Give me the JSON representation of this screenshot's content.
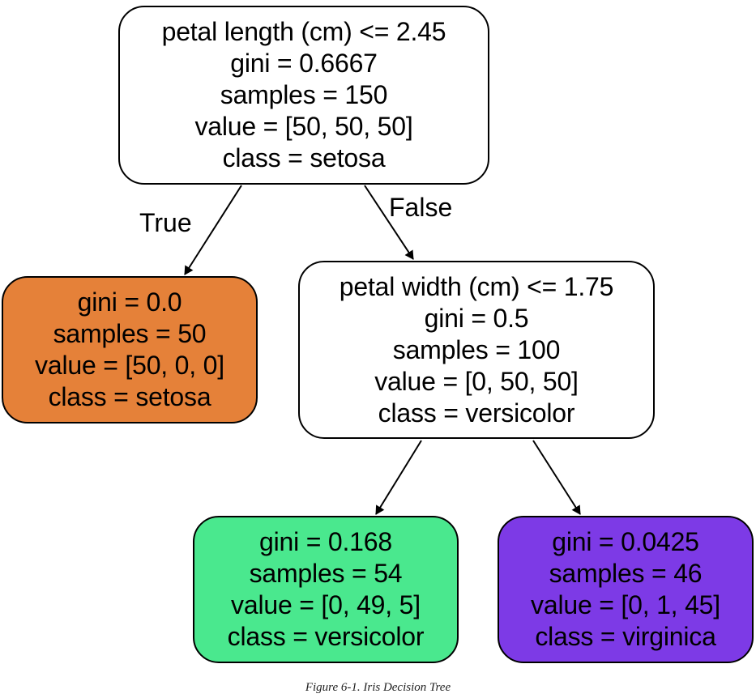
{
  "colors": {
    "setosa": "#e58139",
    "versicolor": "#4ae88e",
    "virginica": "#7d3ae6",
    "impure": "#ffffff",
    "border": "#000000"
  },
  "nodes": [
    {
      "id": "root",
      "class_color": "impure",
      "lines": [
        "petal length (cm) <= 2.45",
        "gini = 0.6667",
        "samples = 150",
        "value = [50, 50, 50]",
        "class = setosa"
      ]
    },
    {
      "id": "setosa-leaf",
      "class_color": "setosa",
      "lines": [
        "gini = 0.0",
        "samples = 50",
        "value = [50, 0, 0]",
        "class = setosa"
      ]
    },
    {
      "id": "petal-width",
      "class_color": "impure",
      "lines": [
        "petal width (cm) <= 1.75",
        "gini = 0.5",
        "samples = 100",
        "value = [0, 50, 50]",
        "class = versicolor"
      ]
    },
    {
      "id": "versicolor-leaf",
      "class_color": "versicolor",
      "lines": [
        "gini = 0.168",
        "samples = 54",
        "value = [0, 49, 5]",
        "class = versicolor"
      ]
    },
    {
      "id": "virginica-leaf",
      "class_color": "virginica",
      "lines": [
        "gini = 0.0425",
        "samples = 46",
        "value = [0, 1, 45]",
        "class = virginica"
      ]
    }
  ],
  "edges": [
    {
      "from": "root",
      "to": "setosa-leaf",
      "label": "True"
    },
    {
      "from": "root",
      "to": "petal-width",
      "label": "False"
    },
    {
      "from": "petal-width",
      "to": "versicolor-leaf",
      "label": ""
    },
    {
      "from": "petal-width",
      "to": "virginica-leaf",
      "label": ""
    }
  ],
  "caption": "Figure 6-1. Iris Decision Tree"
}
